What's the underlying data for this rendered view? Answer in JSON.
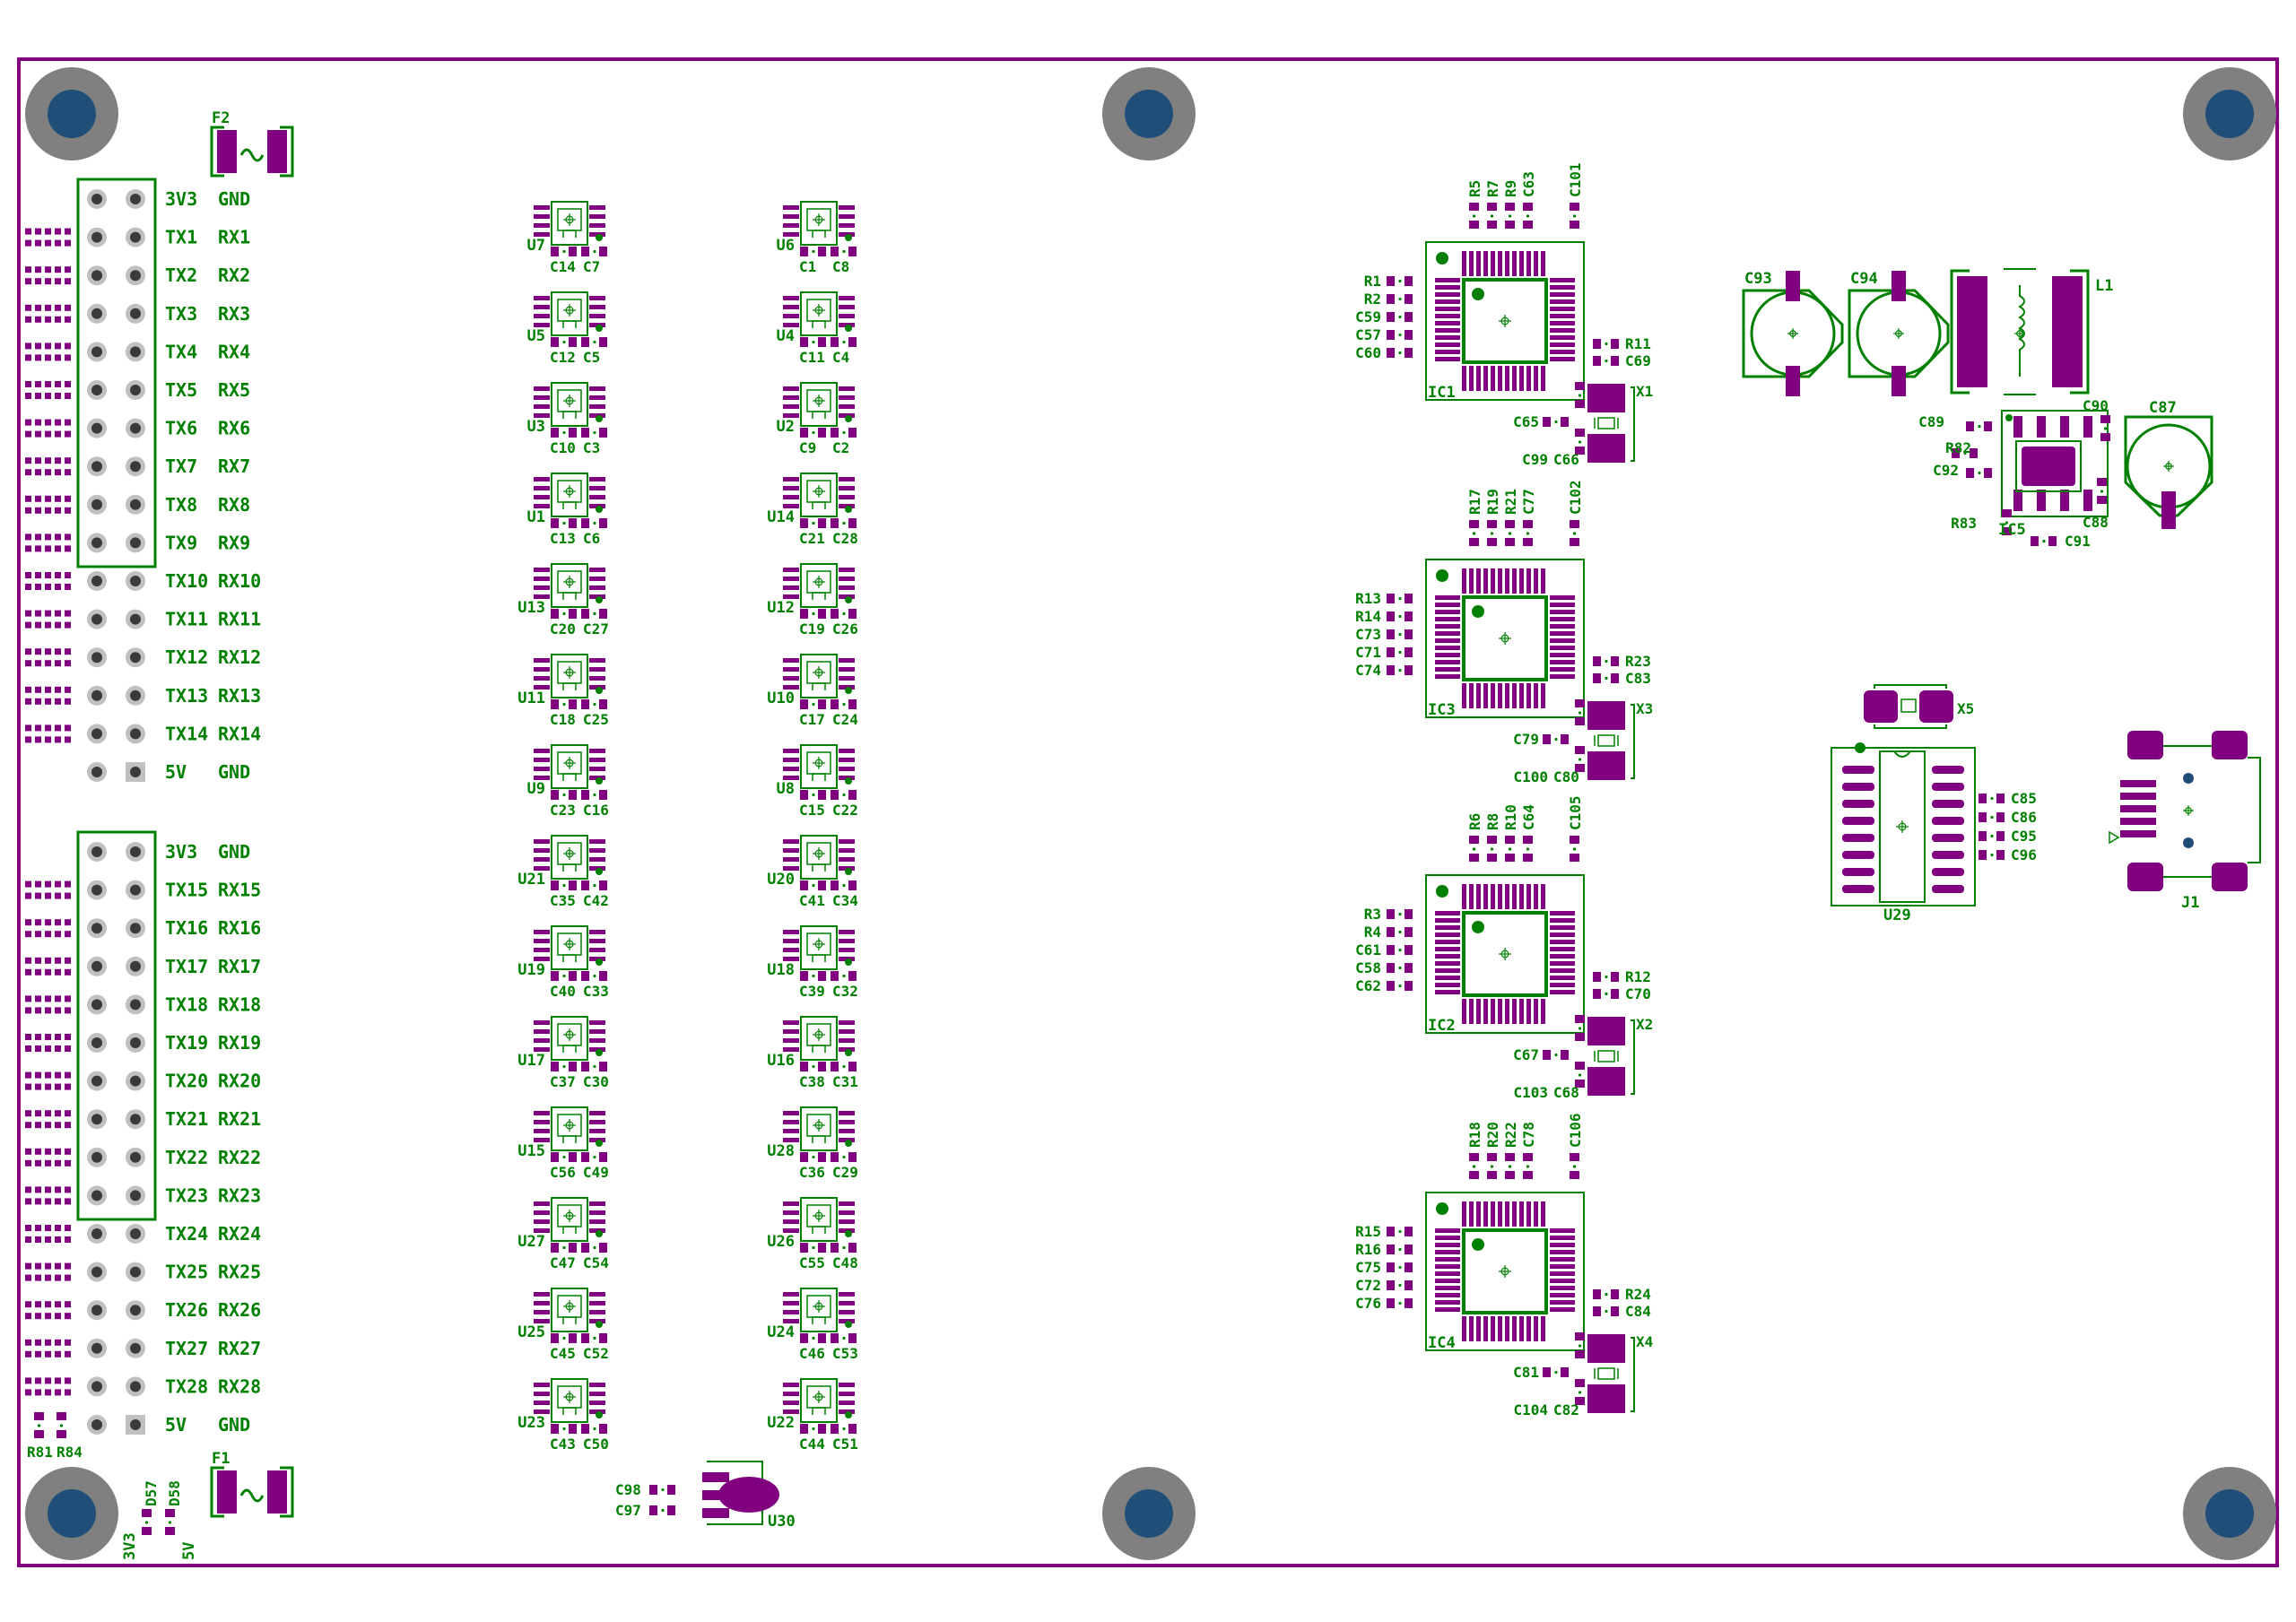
{
  "colors": {
    "background": "#ffffff",
    "outline": "#800080",
    "silk": "#008000",
    "pad": "#800080",
    "hole_ring": "#808080",
    "hole_center": "#1f4e79",
    "pin_ring": "#c0c0c0",
    "pin_hole": "#3a3a3a"
  },
  "fuses": {
    "f2": "F2",
    "f1": "F1"
  },
  "header_top": {
    "rows": [
      [
        "3V3",
        "GND"
      ],
      [
        "TX1",
        "RX1"
      ],
      [
        "TX2",
        "RX2"
      ],
      [
        "TX3",
        "RX3"
      ],
      [
        "TX4",
        "RX4"
      ],
      [
        "TX5",
        "RX5"
      ],
      [
        "TX6",
        "RX6"
      ],
      [
        "TX7",
        "RX7"
      ],
      [
        "TX8",
        "RX8"
      ],
      [
        "TX9",
        "RX9"
      ],
      [
        "TX10",
        "RX10"
      ],
      [
        "TX11",
        "RX11"
      ],
      [
        "TX12",
        "RX12"
      ],
      [
        "TX13",
        "RX13"
      ],
      [
        "TX14",
        "RX14"
      ],
      [
        "5V",
        "GND"
      ]
    ]
  },
  "header_bottom": {
    "rows": [
      [
        "3V3",
        "GND"
      ],
      [
        "TX15",
        "RX15"
      ],
      [
        "TX16",
        "RX16"
      ],
      [
        "TX17",
        "RX17"
      ],
      [
        "TX18",
        "RX18"
      ],
      [
        "TX19",
        "RX19"
      ],
      [
        "TX20",
        "RX20"
      ],
      [
        "TX21",
        "RX21"
      ],
      [
        "TX22",
        "RX22"
      ],
      [
        "TX23",
        "RX23"
      ],
      [
        "TX24",
        "RX24"
      ],
      [
        "TX25",
        "RX25"
      ],
      [
        "TX26",
        "RX26"
      ],
      [
        "TX27",
        "RX27"
      ],
      [
        "TX28",
        "RX28"
      ],
      [
        "5V",
        "GND"
      ]
    ]
  },
  "bottom_left": {
    "r81": "R81",
    "r84": "R84",
    "d57": "D57",
    "d58": "D58",
    "v3": "3V3",
    "v5": "5V"
  },
  "sot_left": [
    {
      "u": "U7",
      "c1": "C14",
      "c2": "C7"
    },
    {
      "u": "U5",
      "c1": "C12",
      "c2": "C5"
    },
    {
      "u": "U3",
      "c1": "C10",
      "c2": "C3"
    },
    {
      "u": "U1",
      "c1": "C13",
      "c2": "C6"
    },
    {
      "u": "U13",
      "c1": "C20",
      "c2": "C27"
    },
    {
      "u": "U11",
      "c1": "C18",
      "c2": "C25"
    },
    {
      "u": "U9",
      "c1": "C23",
      "c2": "C16"
    },
    {
      "u": "U21",
      "c1": "C35",
      "c2": "C42"
    },
    {
      "u": "U19",
      "c1": "C40",
      "c2": "C33"
    },
    {
      "u": "U17",
      "c1": "C37",
      "c2": "C30"
    },
    {
      "u": "U15",
      "c1": "C56",
      "c2": "C49"
    },
    {
      "u": "U27",
      "c1": "C47",
      "c2": "C54"
    },
    {
      "u": "U25",
      "c1": "C45",
      "c2": "C52"
    },
    {
      "u": "U23",
      "c1": "C43",
      "c2": "C50"
    }
  ],
  "sot_right": [
    {
      "u": "U6",
      "c1": "C1",
      "c2": "C8"
    },
    {
      "u": "U4",
      "c1": "C11",
      "c2": "C4"
    },
    {
      "u": "U2",
      "c1": "C9",
      "c2": "C2"
    },
    {
      "u": "U14",
      "c1": "C21",
      "c2": "C28"
    },
    {
      "u": "U12",
      "c1": "C19",
      "c2": "C26"
    },
    {
      "u": "U10",
      "c1": "C17",
      "c2": "C24"
    },
    {
      "u": "U8",
      "c1": "C15",
      "c2": "C22"
    },
    {
      "u": "U20",
      "c1": "C41",
      "c2": "C34"
    },
    {
      "u": "U18",
      "c1": "C39",
      "c2": "C32"
    },
    {
      "u": "U16",
      "c1": "C38",
      "c2": "C31"
    },
    {
      "u": "U28",
      "c1": "C36",
      "c2": "C29"
    },
    {
      "u": "U26",
      "c1": "C55",
      "c2": "C48"
    },
    {
      "u": "U24",
      "c1": "C46",
      "c2": "C53"
    },
    {
      "u": "U22",
      "c1": "C44",
      "c2": "C51"
    }
  ],
  "u30": {
    "name": "U30",
    "c_top": "C98",
    "c_bot": "C97"
  },
  "ics": [
    {
      "name": "IC1",
      "top": [
        "R5",
        "R7",
        "R9",
        "C63"
      ],
      "top_extra": "C101",
      "left": [
        "R1",
        "R2",
        "C59",
        "C57",
        "C60"
      ],
      "right": [
        "R11",
        "C69"
      ],
      "crystal": "X1",
      "cap_upper": "C65",
      "cap_lower_a": "C99",
      "cap_lower_b": "C66"
    },
    {
      "name": "IC3",
      "top": [
        "R17",
        "R19",
        "R21",
        "C77"
      ],
      "top_extra": "C102",
      "left": [
        "R13",
        "R14",
        "C73",
        "C71",
        "C74"
      ],
      "right": [
        "R23",
        "C83"
      ],
      "crystal": "X3",
      "cap_upper": "C79",
      "cap_lower_a": "C100",
      "cap_lower_b": "C80"
    },
    {
      "name": "IC2",
      "top": [
        "R6",
        "R8",
        "R10",
        "C64"
      ],
      "top_extra": "C105",
      "left": [
        "R3",
        "R4",
        "C61",
        "C58",
        "C62"
      ],
      "right": [
        "R12",
        "C70"
      ],
      "crystal": "X2",
      "cap_upper": "C67",
      "cap_lower_a": "C103",
      "cap_lower_b": "C68"
    },
    {
      "name": "IC4",
      "top": [
        "R18",
        "R20",
        "R22",
        "C78"
      ],
      "top_extra": "C106",
      "left": [
        "R15",
        "R16",
        "C75",
        "C72",
        "C76"
      ],
      "right": [
        "R24",
        "C84"
      ],
      "crystal": "X4",
      "cap_upper": "C81",
      "cap_lower_a": "C104",
      "cap_lower_b": "C82"
    }
  ],
  "power": {
    "c93": "C93",
    "c94": "C94",
    "l1": "L1",
    "c89": "C89",
    "r82": "R82",
    "c92": "C92",
    "r83": "R83",
    "ic5": "IC5",
    "c90": "C90",
    "c87": "C87",
    "c88": "C88",
    "c91": "C91"
  },
  "u29": {
    "name": "U29",
    "x5": "X5",
    "caps": [
      "C85",
      "C86",
      "C95",
      "C96"
    ]
  },
  "j1": {
    "name": "J1"
  }
}
